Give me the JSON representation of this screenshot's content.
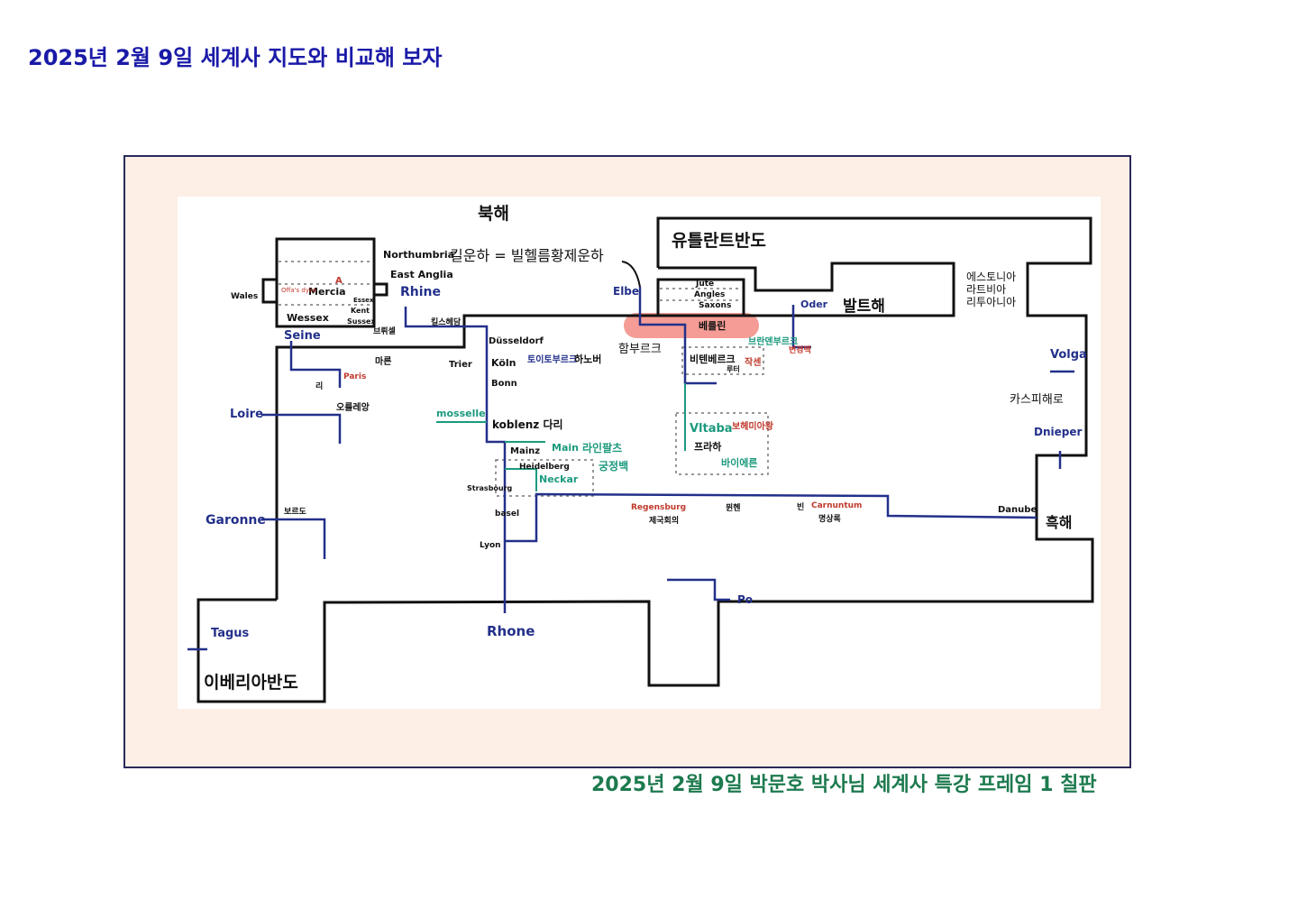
{
  "title": "2025년 2월 9일 세계사 지도와 비교해 보자",
  "caption": "2025년 2월 9일 박문호 박사님 세계사 특강 프레임 1 칠판",
  "map": {
    "north_sea": "북해",
    "jutland": "유틀란트반도",
    "baltic": "발트해",
    "iberia": "이베리아반도",
    "black_sea": "흑해",
    "kiel": "킬운하 =  빌헬름황제운하",
    "baltic_states": [
      "에스토니아",
      "라트비아",
      "리투아니아"
    ],
    "caspian": "카스피해로",
    "northumbria": "Northumbria",
    "east_anglia": "East Anglia",
    "mercia": "Mercia",
    "wales": "Wales",
    "wessex": "Wessex",
    "kent": "Kent",
    "sussex": "Sussex",
    "essex": "Essex",
    "offas_dyke": "Offa's dyke",
    "a_mark": "A",
    "jute": "Jute",
    "angles": "Angles",
    "saxons": "Saxons",
    "rhine": "Rhine",
    "elbe": "Elbe",
    "oder": "Oder",
    "seine": "Seine",
    "loire": "Loire",
    "garonne": "Garonne",
    "tagus": "Tagus",
    "rhone": "Rhone",
    "po": "Po",
    "volga": "Volga",
    "dnieper": "Dnieper",
    "danube": "Danube",
    "mosselle": "mosselle",
    "main": "Main",
    "neckar": "Neckar",
    "vltava": "Vltaba",
    "brussel": "브뤼셀",
    "kirchheim": "킬스헤담",
    "dusseldorf": "Düsseldorf",
    "koln": "Köln",
    "bonn": "Bonn",
    "trier": "Trier",
    "koblenz": "koblenz 다리",
    "mainz": "Mainz",
    "heidelberg": "Heidelberg",
    "strasbourg": "Strasbourg",
    "basel": "basel",
    "lyon": "Lyon",
    "teutoburg": "토이토부르크",
    "hannover": "하노버",
    "hamburg": "함부르크",
    "berlin": "베를린",
    "brandenburg": "브란덴부르크",
    "margrave": "변경백",
    "wittenberg": "비텐베르크",
    "luther": "루터",
    "saxony": "작센",
    "bohemia": "보헤미아왕",
    "prague": "프라하",
    "bavaria": "바이에른",
    "pfalz": "라인팔츠",
    "palatine": "궁정백",
    "regensburg": "Regensburg",
    "diet": "제국회의",
    "munich": "뮌헨",
    "vienna": "빈",
    "carnuntum": "Carnuntum",
    "meditations": "명상록",
    "marne": "마른",
    "paris": "Paris",
    "li": "리",
    "orleans": "오를레앙",
    "bordeaux": "보르도"
  },
  "colors": {
    "title": "#1a1aa8",
    "caption": "#1d7a4e",
    "river": "#23308a",
    "highlight": "#f28b82",
    "frame_bg": "#fdefe6"
  }
}
